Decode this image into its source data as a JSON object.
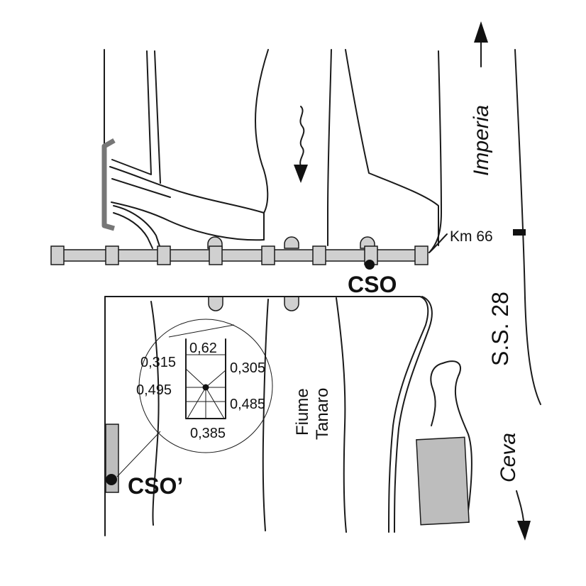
{
  "labels": {
    "cso": "CSO",
    "cso_prime": "CSO’",
    "river_name": "Fiume",
    "river_name2": "Tanaro",
    "road": "S.S. 28",
    "km_marker": "Km 66",
    "north_direction": "Imperia",
    "south_direction": "Ceva"
  },
  "section_dimensions": {
    "top_width": "0,62",
    "upper_left": "0,315",
    "upper_right": "0,305",
    "mid_left": "0,495",
    "mid_right": "0,485",
    "bottom": "0,385"
  },
  "colors": {
    "ink": "#1a1a1a",
    "structure_fill": "#d0d0d0",
    "building_fill": "#bdbdbd"
  },
  "icons": {
    "flow": "wavy-down-arrow-icon",
    "direction_up": "arrow-up-icon",
    "direction_down": "arrow-down-icon"
  }
}
